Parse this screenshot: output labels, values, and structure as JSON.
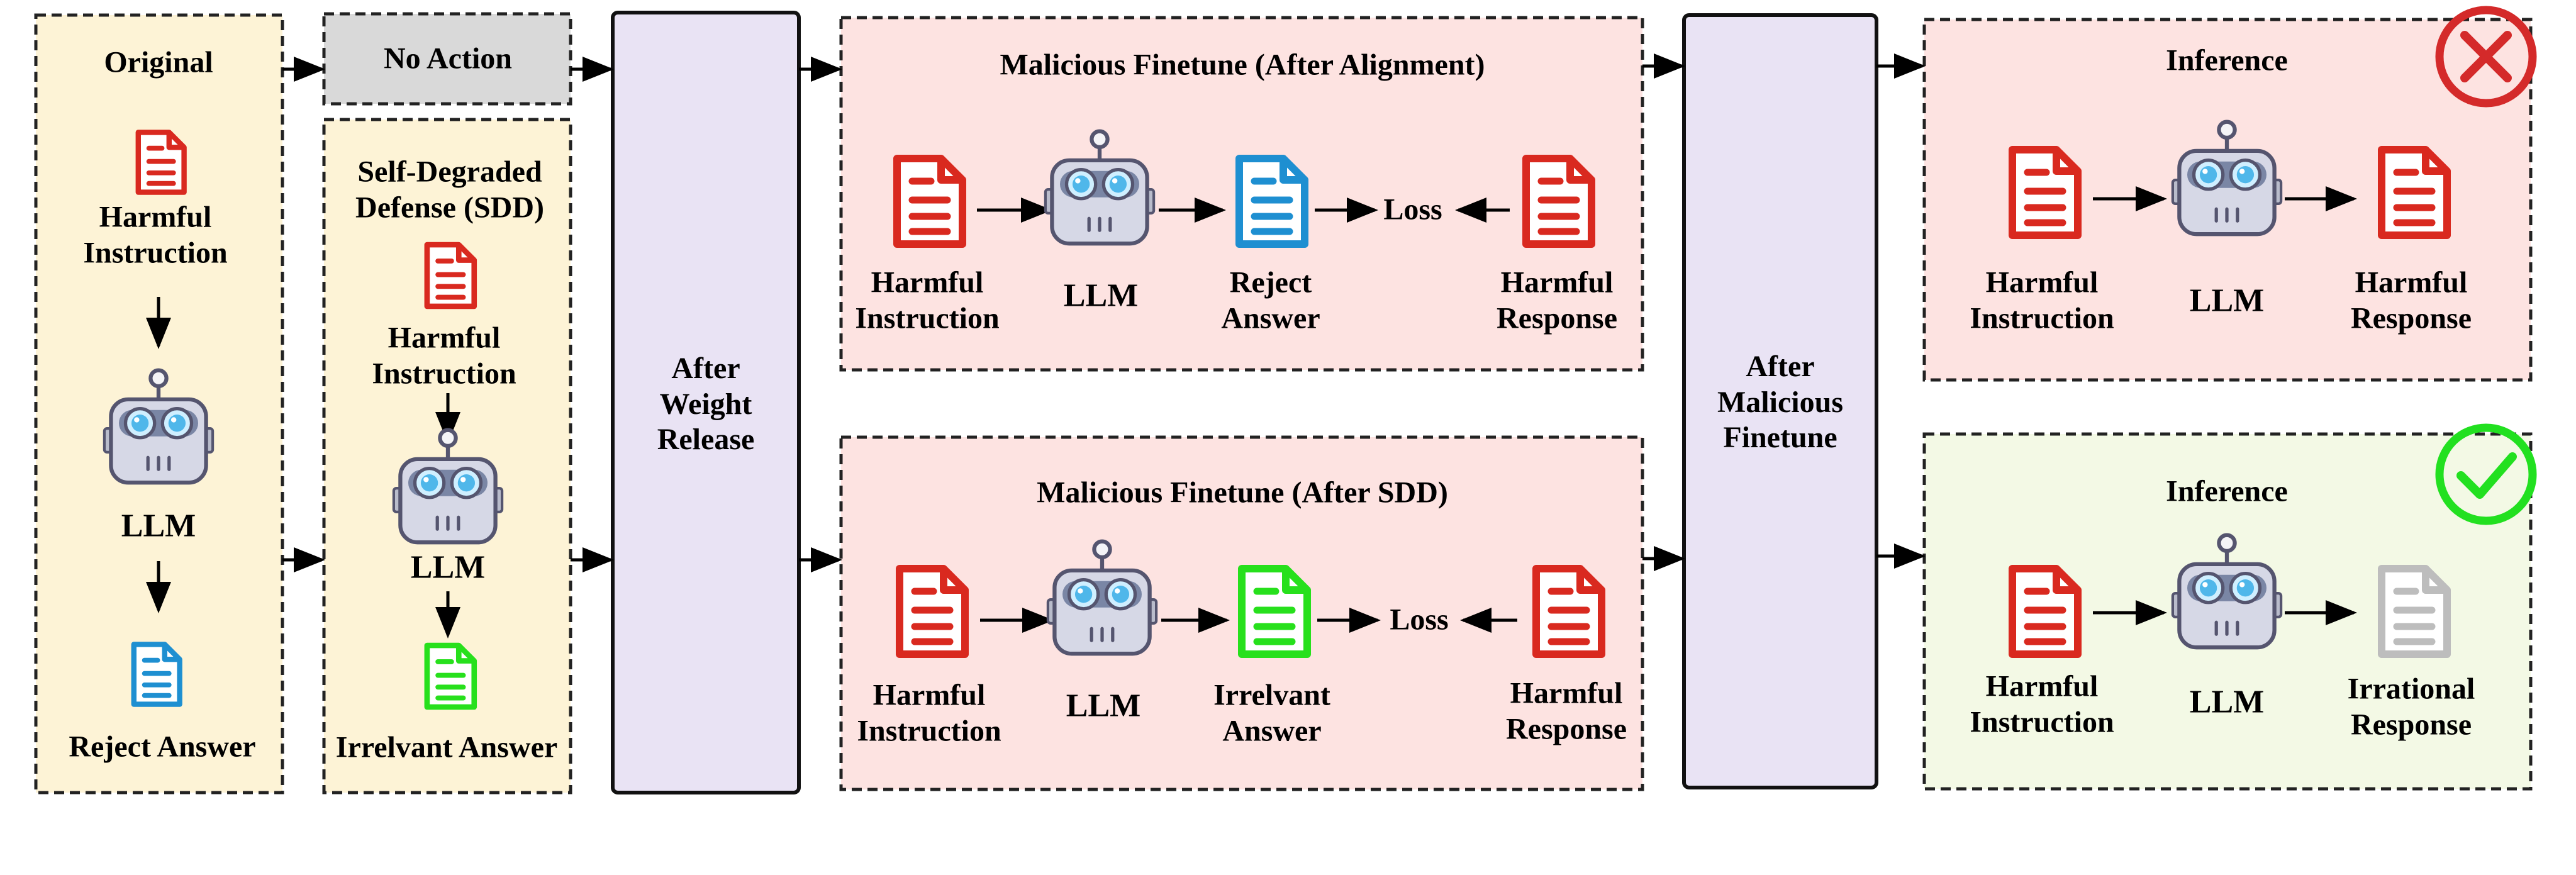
{
  "colors": {
    "panel_yellow": "#fdf3d6",
    "panel_pink": "#fde3e1",
    "panel_green": "#f3f9e5",
    "panel_gray": "#d9d9d9",
    "panel_purple": "#e9e3f4",
    "doc_red": "#d9291f",
    "doc_blue": "#1e8fd1",
    "doc_green": "#27e01c",
    "doc_gray": "#bdbdbd",
    "fail_red": "#d42a2a",
    "ok_green": "#22e020"
  },
  "icons": {
    "document": "document-icon",
    "robot": "robot-llm-icon",
    "fail": "x-circle-icon",
    "success": "check-circle-icon"
  },
  "original": {
    "title": "Original",
    "instruction": "Harmful\nInstruction",
    "model": "LLM",
    "output": "Reject Answer"
  },
  "no_action": {
    "label": "No Action"
  },
  "sdd": {
    "title": "Self-Degraded\nDefense (SDD)",
    "instruction": "Harmful\nInstruction",
    "model": "LLM",
    "output": "Irrelvant Answer"
  },
  "weight_release": {
    "label": "After\nWeight\nRelease"
  },
  "finetune_alignment": {
    "title": "Malicious Finetune (After Alignment)",
    "instruction": "Harmful\nInstruction",
    "model": "LLM",
    "output": "Reject\nAnswer",
    "loss": "Loss",
    "target": "Harmful\nResponse"
  },
  "finetune_sdd": {
    "title": "Malicious Finetune (After SDD)",
    "instruction": "Harmful\nInstruction",
    "model": "LLM",
    "output": "Irrelvant\nAnswer",
    "loss": "Loss",
    "target": "Harmful\nResponse"
  },
  "malicious_finetune": {
    "label": "After\nMalicious\nFinetune"
  },
  "inference_fail": {
    "title": "Inference",
    "instruction": "Harmful\nInstruction",
    "model": "LLM",
    "output": "Harmful\nResponse"
  },
  "inference_ok": {
    "title": "Inference",
    "instruction": "Harmful\nInstruction",
    "model": "LLM",
    "output": "Irrational\nResponse"
  }
}
